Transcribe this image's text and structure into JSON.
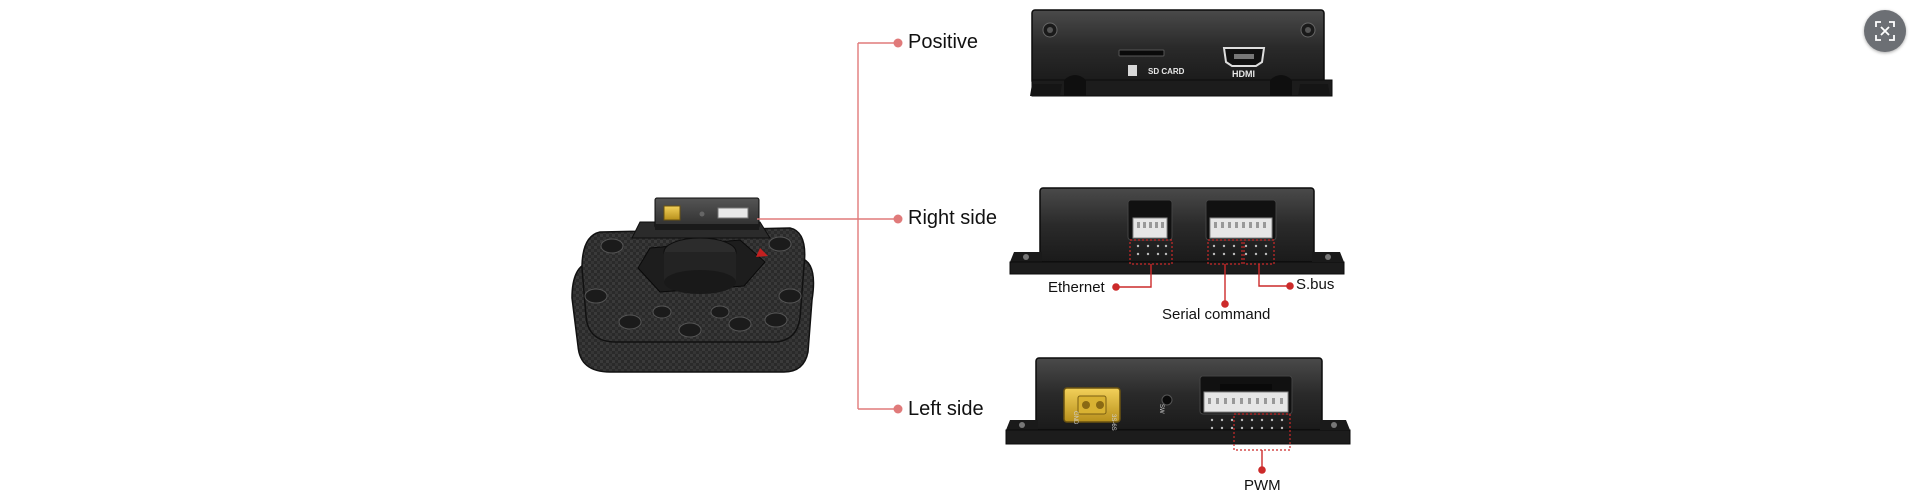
{
  "views": {
    "positive": "Positive",
    "right_side": "Right side",
    "left_side": "Left side"
  },
  "ports": {
    "sd_card": "SD CARD",
    "hdmi": "HDMI",
    "ethernet": "Ethernet",
    "serial_command": "Serial command",
    "sbus": "S.bus",
    "pwm": "PWM",
    "gnd": "GND",
    "voltage": "3S-6S",
    "sw": "SW"
  },
  "colors": {
    "leader_line": "#e07a7a",
    "callout_red": "#cc2a2a",
    "device_body": "#2b2b2b",
    "close_button": "#6c6f74"
  },
  "icons": {
    "close": "close-x-icon"
  }
}
